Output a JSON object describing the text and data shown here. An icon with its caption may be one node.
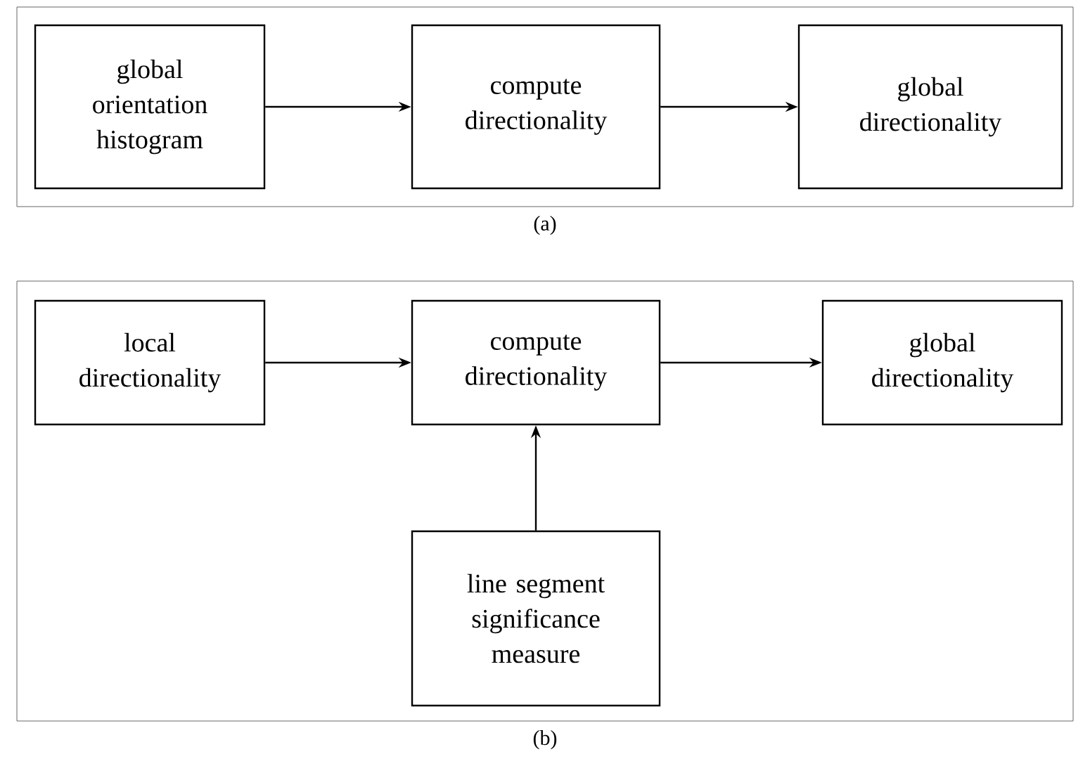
{
  "diagram": {
    "nodes": [
      {
        "text": [],
        "shape": "box",
        "beside": [
          "(a)"
        ]
      },
      {
        "text": [
          "global orientation histogram"
        ],
        "in": 0
      },
      {
        "text": [
          "compute directionality"
        ],
        "in": 0
      },
      {
        "text": [
          "global directionality"
        ],
        "in": 0
      },
      {
        "text": [],
        "shape": "box",
        "beside": [
          "(b)"
        ]
      },
      {
        "text": [
          "local directionality"
        ],
        "in": 4
      },
      {
        "text": [
          "compute directionality"
        ],
        "in": 4
      },
      {
        "text": [
          "global directionality"
        ],
        "in": 4
      },
      {
        "text": [
          "line segment significance measure"
        ],
        "in": 4
      }
    ],
    "edges": [
      {
        "from": 1,
        "to": 2,
        "arrow": "to"
      },
      {
        "from": 2,
        "to": 3,
        "arrow": "to"
      },
      {
        "from": 5,
        "to": 6,
        "arrow": "to"
      },
      {
        "from": 6,
        "to": 7,
        "arrow": "to"
      },
      {
        "from": 8,
        "to": 6,
        "arrow": "to"
      }
    ]
  }
}
